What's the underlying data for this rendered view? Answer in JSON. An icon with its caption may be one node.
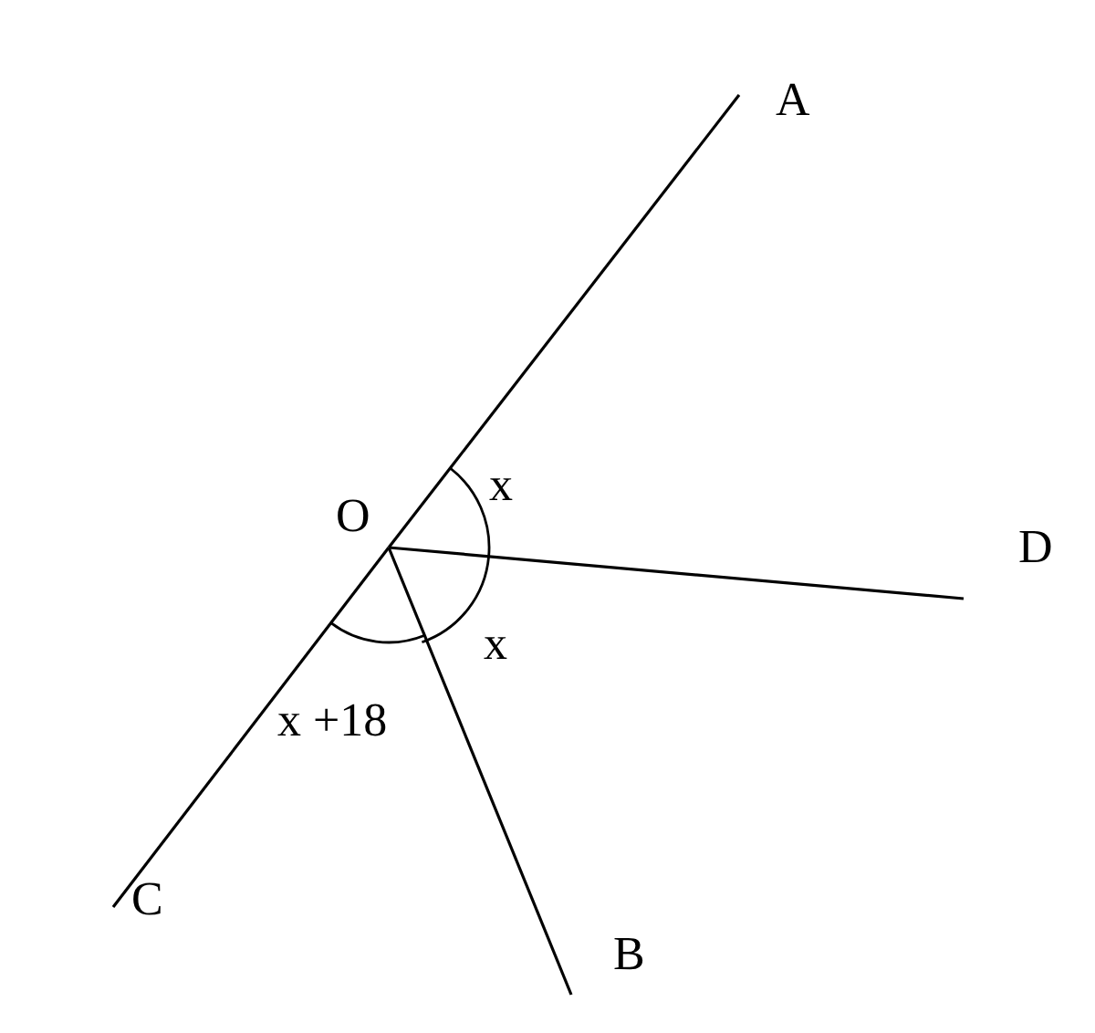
{
  "diagram": {
    "nodes": [
      {
        "text": [
          "A"
        ]
      },
      {
        "text": [
          "O"
        ]
      },
      {
        "text": [
          "D"
        ]
      },
      {
        "text": [
          "C"
        ]
      },
      {
        "text": [
          "B"
        ]
      }
    ],
    "edges": [
      {
        "from": 1,
        "to": 0,
        "arrow": "none"
      },
      {
        "from": 1,
        "to": 2,
        "arrow": "none"
      },
      {
        "from": 1,
        "to": 3,
        "arrow": "none"
      },
      {
        "from": 1,
        "to": 4,
        "arrow": "none"
      }
    ],
    "labels": [
      "x",
      "x",
      "x +18"
    ]
  }
}
